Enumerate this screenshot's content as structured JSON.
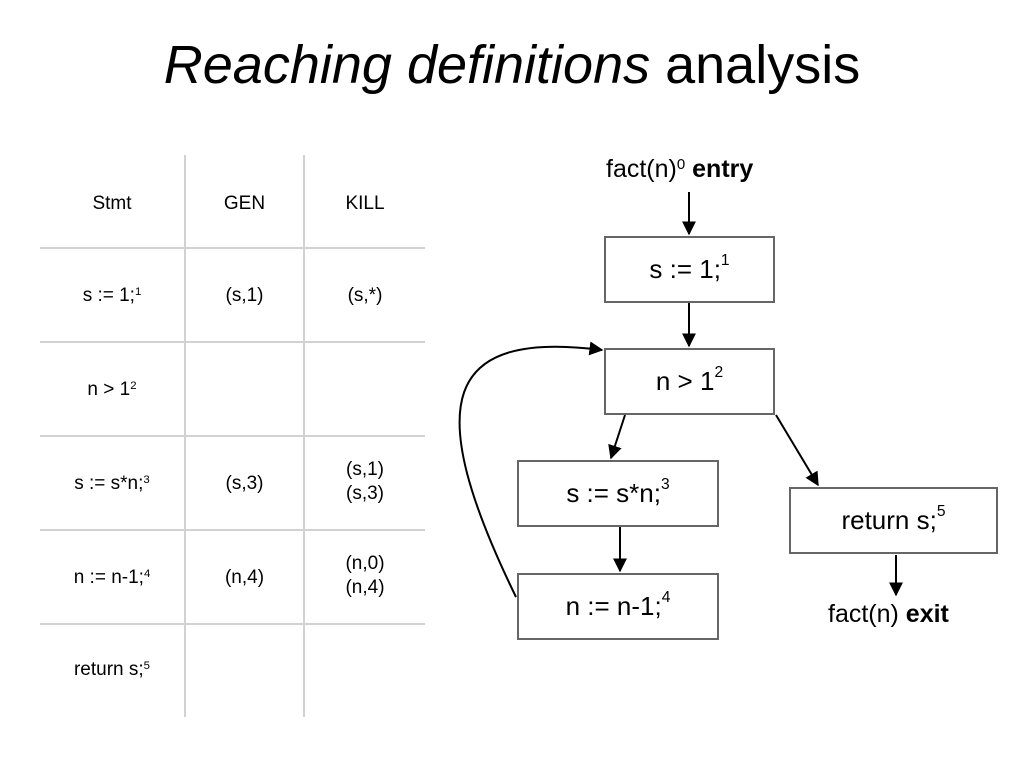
{
  "title": {
    "italic": "Reaching definitions",
    "rest": " analysis"
  },
  "table": {
    "headers": [
      "Stmt",
      "GEN",
      "KILL"
    ],
    "rows": [
      {
        "stmt": "s := 1;",
        "stmt_sup": "1",
        "gen": "(s,1)",
        "kill": [
          "(s,*)"
        ]
      },
      {
        "stmt": "n > 1",
        "stmt_sup": "2",
        "gen": "",
        "kill": []
      },
      {
        "stmt": "s := s*n;",
        "stmt_sup": "3",
        "gen": "(s,3)",
        "kill": [
          "(s,1)",
          "(s,3)"
        ]
      },
      {
        "stmt": "n := n-1;",
        "stmt_sup": "4",
        "gen": "(n,4)",
        "kill": [
          "(n,0)",
          "(n,4)"
        ]
      },
      {
        "stmt": "return s;",
        "stmt_sup": "5",
        "gen": "",
        "kill": []
      }
    ]
  },
  "cfg": {
    "entry": {
      "text": "fact(n)",
      "sup": "0",
      "bold": " entry"
    },
    "nodes": [
      {
        "text": "s := 1;",
        "sup": "1"
      },
      {
        "text": "n > 1",
        "sup": "2"
      },
      {
        "text": "s := s*n;",
        "sup": "3"
      },
      {
        "text": "n := n-1;",
        "sup": "4"
      },
      {
        "text": "return s;",
        "sup": "5"
      }
    ],
    "exit": {
      "text": "fact(n)",
      "bold": " exit"
    }
  }
}
